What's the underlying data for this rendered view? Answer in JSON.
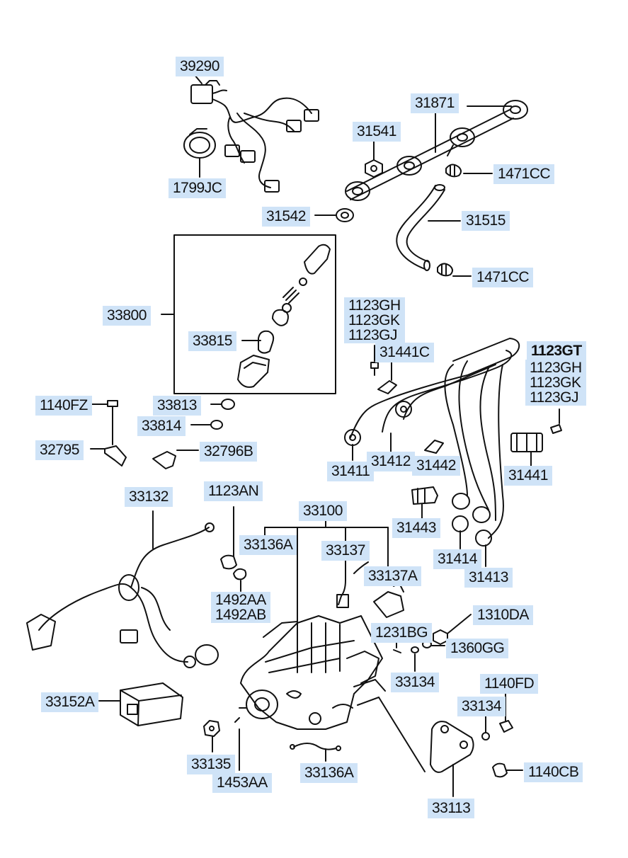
{
  "labels": {
    "p39290": "39290",
    "p1799JC": "1799JC",
    "p31871": "31871",
    "p31541": "31541",
    "p1471CC_a": "1471CC",
    "p31542": "31542",
    "p31515": "31515",
    "p1471CC_b": "1471CC",
    "p33800": "33800",
    "p33815": "33815",
    "p1123GH_a": "1123GH",
    "p1123GK_a": "1123GK",
    "p1123GJ_a": "1123GJ",
    "p31441C": "31441C",
    "p1123GT": "1123GT",
    "p1123GH_b": "1123GH",
    "p1123GK_b": "1123GK",
    "p1123GJ_b": "1123GJ",
    "p1140FZ": "1140FZ",
    "p33813": "33813",
    "p33814": "33814",
    "p32795": "32795",
    "p32796B": "32796B",
    "p31411": "31411",
    "p31412": "31412",
    "p31442": "31442",
    "p31441": "31441",
    "p33132": "33132",
    "p1123AN": "1123AN",
    "p33100": "33100",
    "p33136A_a": "33136A",
    "p33137": "33137",
    "p31443": "31443",
    "p31414": "31414",
    "p31413": "31413",
    "p33137A": "33137A",
    "p1492AA": "1492AA",
    "p1492AB": "1492AB",
    "p1310DA": "1310DA",
    "p1231BG": "1231BG",
    "p1360GG": "1360GG",
    "p33134_a": "33134",
    "p1140FD": "1140FD",
    "p33152A": "33152A",
    "p33134_b": "33134",
    "p33135": "33135",
    "p1453AA": "1453AA",
    "p33136A_b": "33136A",
    "p1140CB": "1140CB",
    "p33113": "33113"
  }
}
